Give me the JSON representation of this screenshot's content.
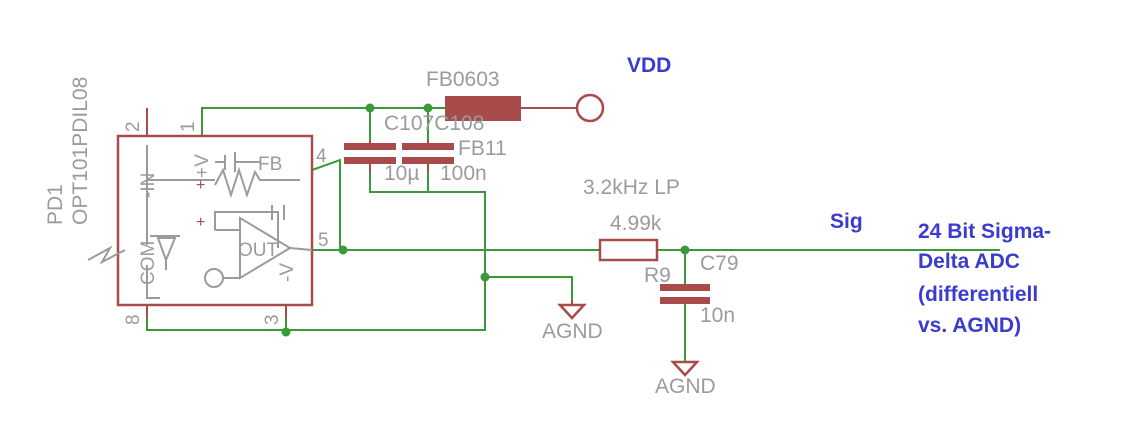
{
  "labels": {
    "vdd": "VDD",
    "fb0603": "FB0603",
    "c107_c108": "C107C108",
    "fb11": "FB11",
    "cap_10u": "10µ",
    "cap_100n": "100n",
    "lp": "3.2kHz LP",
    "r_value": "4.99k",
    "r9": "R9",
    "c79": "C79",
    "cap_10n": "10n",
    "agnd1": "AGND",
    "agnd2": "AGND",
    "sig": "Sig",
    "adc_note_1": "24 Bit Sigma-",
    "adc_note_2": "Delta ADC",
    "adc_note_3": "(differentiell",
    "adc_note_4": "vs. AGND)",
    "pd1_name": "PD1",
    "pd1_part": "OPT101PDIL08",
    "pin1": "1",
    "pin2": "2",
    "pin3": "3",
    "pin4": "4",
    "pin5": "5",
    "pin8": "8",
    "in_minus": "-IN",
    "fb_inner": "FB",
    "vplus_inner": "+V",
    "com_inner": "COM",
    "out_inner": "OUT",
    "vminus_inner": "-V",
    "plus_sign": "+"
  }
}
